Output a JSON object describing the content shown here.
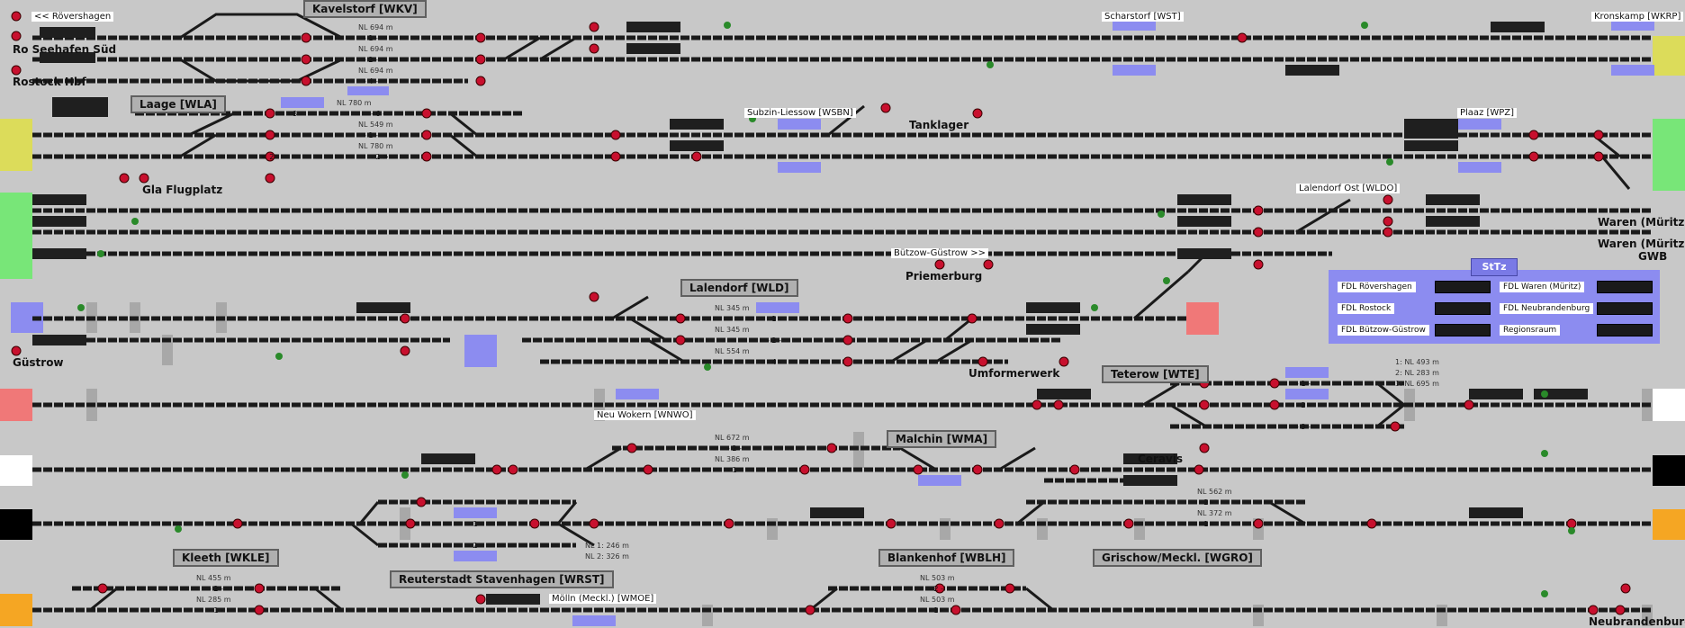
{
  "colors": {
    "background": "#c8c8c8",
    "track": "#1a1a1a",
    "signal_red": "#c8102e",
    "blue_patch": "#8c8cf0",
    "yellow_patch": "#dcdc5a",
    "green_patch": "#78e678",
    "red_patch": "#f07878",
    "orange_patch": "#f5a623"
  },
  "stations": {
    "kavelstorf": "Kavelstorf [WKV]",
    "laage": "Laage [WLA]",
    "lalendorf": "Lalendorf [WLD]",
    "teterow": "Teterow [WTE]",
    "malchin": "Malchin [WMA]",
    "kleeth": "Kleeth [WKLE]",
    "reuterstadt": "Reuterstadt Stavenhagen [WRST]",
    "blankenhof": "Blankenhof [WBLH]",
    "grischow": "Grischow/Meckl. [WGRO]"
  },
  "labels": {
    "roevershagen": "<< Rövershagen",
    "ro_seehafen": "Ro Seehafen Süd",
    "rostock_hbf": "Rostock Hbf",
    "scharstorf": "Scharstorf [WST]",
    "kronskamp": "Kronskamp [WKRP]",
    "subzin": "Subzin-Liessow [WSBN]",
    "tanklager": "Tanklager",
    "plaaz": "Plaaz [WPZ]",
    "gla_flugplatz": "Gla Flugplatz",
    "lalendorf_ost": "Lalendorf Ost [WLDO]",
    "waren_1": "Waren (Müritz)",
    "waren_2": "Waren (Müritz)",
    "gwb": "GWB",
    "buetzow": "Bützow-Güstrow >>",
    "priemerburg": "Priemerburg",
    "guestrow": "Güstrow",
    "umformerwerk": "Umformerwerk",
    "neu_wokern": "Neu Wokern [WNWO]",
    "ceravis": "Ceravis",
    "moelln": "Mölln (Meckl.) [WMOE]",
    "neubrandenburg": "Neubrandenburg"
  },
  "nl": {
    "kav1": "NL 694 m",
    "kav2": "NL 694 m",
    "kav3": "NL 694 m",
    "laa1": "NL 780 m",
    "laa2": "NL 549 m",
    "laa3": "NL 780 m",
    "lal1": "NL 345 m",
    "lal2": "NL 345 m",
    "lal3": "NL 554 m",
    "tet1": "1: NL 493 m",
    "tet2": "2: NL 283 m",
    "tet3": "3: NL 695 m",
    "mal1": "NL 672 m",
    "mal2": "NL 386 m",
    "cer1": "NL 562 m",
    "cer2": "NL 372 m",
    "reu1": "NL 1: 246 m",
    "reu2": "NL 2: 326 m",
    "kle1": "NL 455 m",
    "kle2": "NL 285 m",
    "bla1": "NL 503 m",
    "bla2": "NL 503 m"
  },
  "panel": {
    "title": "StTz",
    "items": [
      {
        "label": "FDL Rövershagen"
      },
      {
        "label": "FDL Waren (Müritz)"
      },
      {
        "label": "FDL Rostock"
      },
      {
        "label": "FDL Neubrandenburg"
      },
      {
        "label": "FDL Bützow-Güstrow"
      },
      {
        "label": "Regionsraum"
      }
    ]
  }
}
